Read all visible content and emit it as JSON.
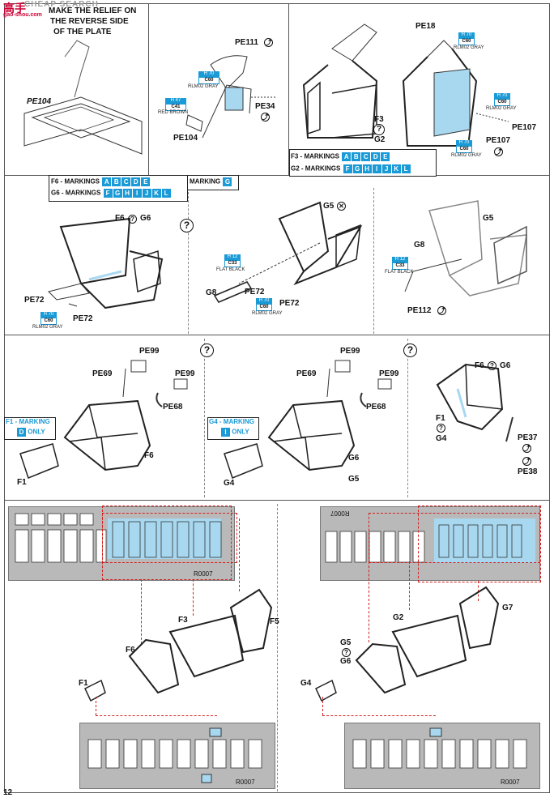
{
  "header": {
    "watermark": "CHEAP SEARCH",
    "url": "gao-shou.com",
    "logo_text": "高手"
  },
  "step1": {
    "note_lines": [
      "MAKE THE RELIEF ON",
      "THE REVERSE SIDE",
      "OF THE PLATE"
    ],
    "pe104_left": "PE104",
    "pe111": "PE111",
    "pe34": "PE34",
    "pe104": "PE104",
    "paint_h79": {
      "h": "H 70",
      "c": "C60",
      "name": "RLM02 GRAY"
    },
    "paint_h47": {
      "h": "H 47",
      "c": "C41",
      "name": "RED BROWN"
    },
    "f3": "F3",
    "g2": "G2",
    "pe18": "PE18",
    "paint_pe18": {
      "h": "H 70",
      "c": "C60",
      "name": "RLM02 GRAY"
    },
    "paint_pe107a": {
      "h": "H 70",
      "c": "C60",
      "name": "RLM02 GRAY"
    },
    "paint_pe107b": {
      "h": "H 70",
      "c": "C60",
      "name": "RLM02 GRAY"
    },
    "pe107a": "PE107",
    "pe107b": "PE107",
    "markings_f3_label": "F3 - MARKINGS",
    "markings_f3": [
      "A",
      "B",
      "C",
      "D",
      "E"
    ],
    "markings_g2_label": "G2 - MARKINGS",
    "markings_g2": [
      "F",
      "G",
      "H",
      "I",
      "J",
      "K",
      "L"
    ]
  },
  "step2": {
    "f6_label": "F6 - MARKINGS",
    "f6_marks": [
      "A",
      "B",
      "C",
      "D",
      "E"
    ],
    "g6_label": "G6 - MARKINGS",
    "g6_marks": [
      "F",
      "G",
      "H",
      "I",
      "J",
      "K",
      "L"
    ],
    "marking_g_label": "MARKING",
    "marking_g": "G",
    "f6": "F6",
    "g6": "G6",
    "pe72a": "PE72",
    "pe72b": "PE72",
    "paint_left": {
      "h": "H 70",
      "c": "C60",
      "name": "RLM02 GRAY"
    },
    "g5": "G5",
    "g8": "G8",
    "pe72c": "PE72",
    "pe72d": "PE72",
    "paint_mid1": {
      "h": "H 12",
      "c": "C33",
      "name": "FLAT BLACK"
    },
    "paint_mid2": {
      "h": "H 70",
      "c": "C60",
      "name": "RLM02 GRAY"
    },
    "g5r": "G5",
    "g8r": "G8",
    "paint_right": {
      "h": "H 12",
      "c": "C33",
      "name": "FLAT BLACK"
    },
    "pe112": "PE112"
  },
  "step3": {
    "pe99a": "PE99",
    "pe69a": "PE69",
    "pe99b": "PE99",
    "pe68a": "PE68",
    "f1_marking_label": "F1 - MARKING",
    "f1_marking": "D",
    "f1_only": "ONLY",
    "f6": "F6",
    "f1": "F1",
    "pe99c": "PE99",
    "pe69b": "PE69",
    "pe99d": "PE99",
    "pe68b": "PE68",
    "g4_marking_label": "G4 - MARKING",
    "g4_marking": "I",
    "g4_only": "ONLY",
    "g6": "G6",
    "g5": "G5",
    "g4": "G4",
    "f6r": "F6",
    "g6r": "G6",
    "f1r": "F1",
    "g4r": "G4",
    "pe37": "PE37",
    "pe38": "PE38"
  },
  "step4": {
    "mask_code_left": "R0007",
    "mask_code_right": "R0007",
    "mask_code_bl": "R0007",
    "mask_code_br": "R0007",
    "f3": "F3",
    "f5": "F5",
    "f6": "F6",
    "f1": "F1",
    "g2": "G2",
    "g7": "G7",
    "g5": "G5",
    "g6": "G6",
    "g4": "G4"
  },
  "footer": {
    "page_number": "12"
  },
  "colors": {
    "accent_blue": "#1a9ad6",
    "mask_gray": "#b9b9b9",
    "mask_highlight": "#a8d8f0",
    "guide_red": "#d42020"
  }
}
